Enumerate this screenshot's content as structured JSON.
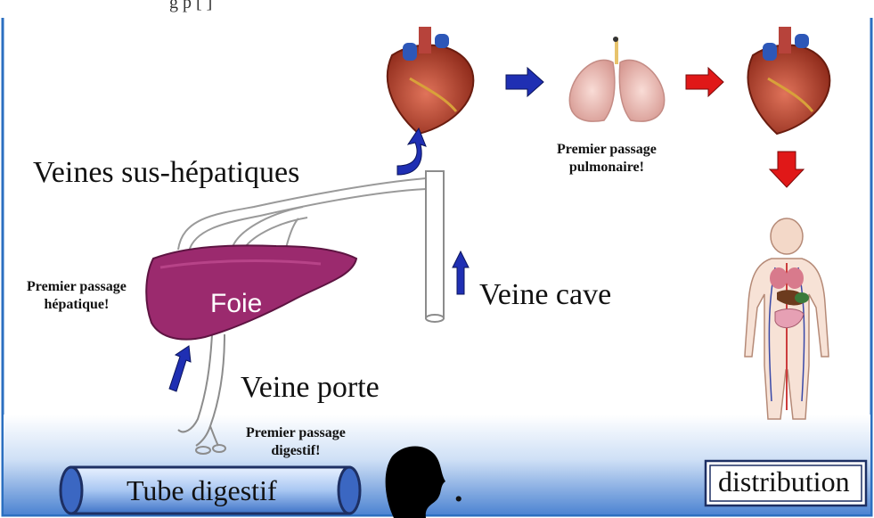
{
  "caption": "g                          p                [  ]",
  "labels": {
    "veines_sus_hepatiques": "Veines sus-hépatiques",
    "foie": "Foie",
    "premier_passage_hepatique": [
      "Premier passage",
      "hépatique!"
    ],
    "veine_cave": "Veine cave",
    "veine_porte": "Veine porte",
    "premier_passage_pulmonaire": [
      "Premier passage",
      "pulmonaire!"
    ],
    "premier_passage_digestif": [
      "Premier passage",
      "digestif!"
    ],
    "tube_digestif": "Tube digestif",
    "distribution": "distribution",
    "dot": "."
  },
  "colors": {
    "liver": "#9b2a6e",
    "blue_arrow": "#1f2fb3",
    "red_arrow": "#e01818",
    "heart": "#b8432c",
    "lung": "#f1c4c0",
    "bottom_band": "#5b8ed6"
  }
}
